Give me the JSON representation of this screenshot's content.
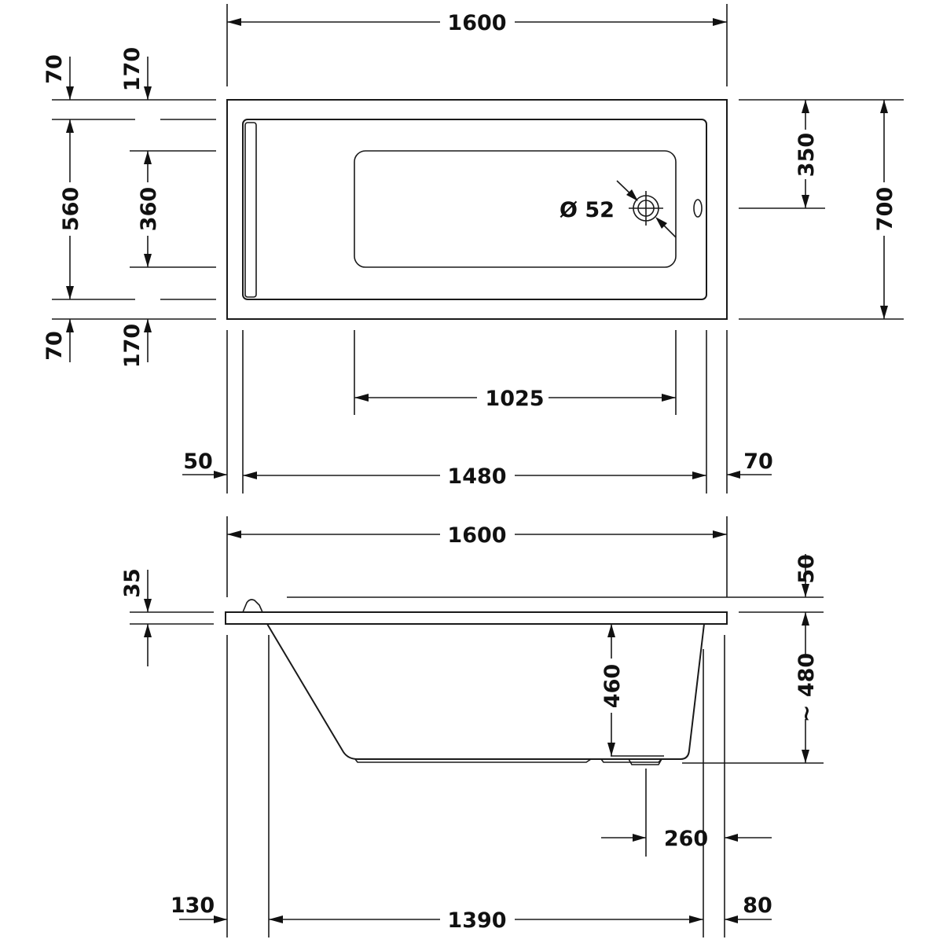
{
  "top_view": {
    "overall_length": "1600",
    "overall_width": "700",
    "inner_length": "1480",
    "inner_width": "560",
    "left_rim": "50",
    "right_rim": "70",
    "side_rim_top": "70",
    "side_rim_bottom": "70",
    "floor_offset_top": "170",
    "floor_offset_bottom": "170",
    "floor_width": "360",
    "floor_length": "1025",
    "drain_position": "350",
    "drain_diameter": "Ø 52"
  },
  "side_view": {
    "overall_length": "1600",
    "rim_thickness": "35",
    "rim_offset": "50",
    "inner_depth": "460",
    "overall_height": "~ 480",
    "drain_offset": "260",
    "left_offset": "130",
    "base_length": "1390",
    "right_offset": "80"
  },
  "colors": {
    "line": "#1a1a1a",
    "background": "#ffffff"
  }
}
